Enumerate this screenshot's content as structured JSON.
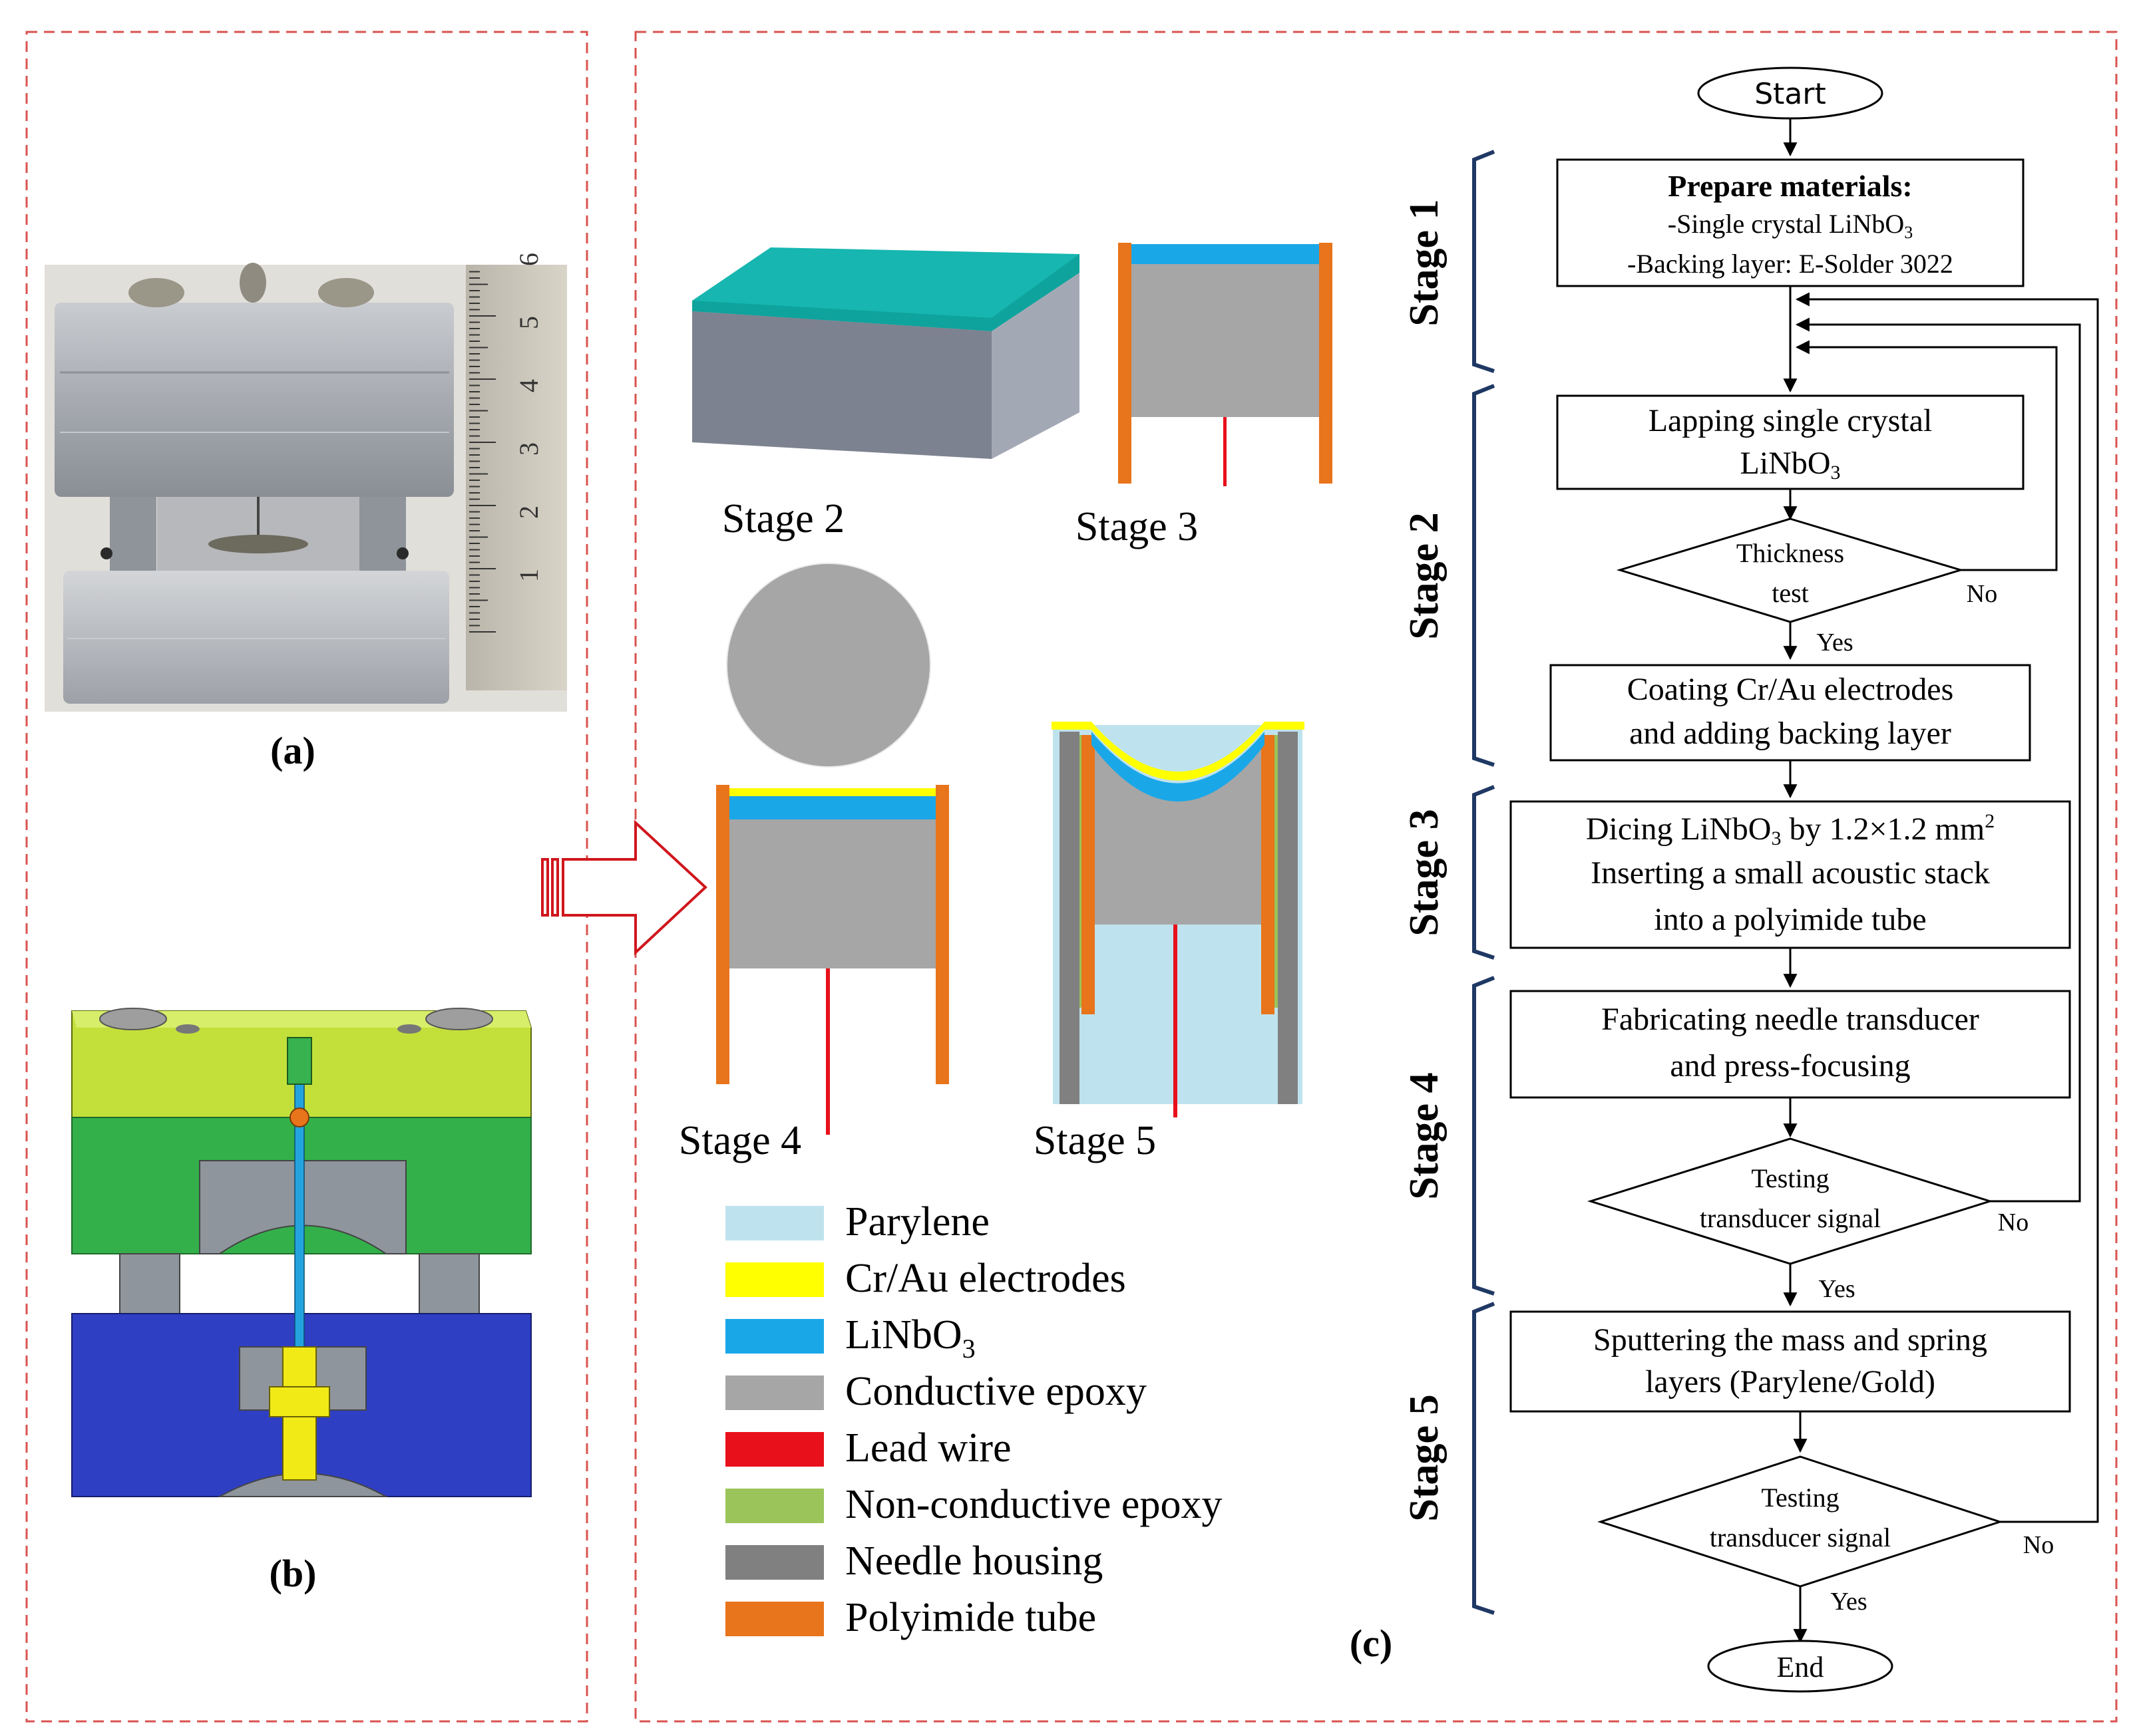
{
  "panels": {
    "a_label": "(a)",
    "b_label": "(b)",
    "c_label": "(c)"
  },
  "photo": {
    "ruler_ticks": [
      "1",
      "2",
      "3",
      "4",
      "5",
      "6"
    ]
  },
  "stage_diagrams": {
    "stage2": "Stage 2",
    "stage3": "Stage 3",
    "stage4": "Stage 4",
    "stage5": "Stage 5"
  },
  "legend": [
    {
      "label": "Parylene",
      "color": "#bfe3ee"
    },
    {
      "label": "Cr/Au electrodes",
      "color": "#ffff00"
    },
    {
      "label": "LiNbO",
      "sub": "3",
      "color": "#1aa7e8"
    },
    {
      "label": "Conductive epoxy",
      "color": "#a6a6a6"
    },
    {
      "label": "Lead wire",
      "color": "#e8101a"
    },
    {
      "label": "Non-conductive epoxy",
      "color": "#9bc45a"
    },
    {
      "label": "Needle housing",
      "color": "#808080"
    },
    {
      "label": "Polyimide tube",
      "color": "#e8741b"
    }
  ],
  "flowchart": {
    "start": "Start",
    "end": "End",
    "stage_labels": [
      "Stage 1",
      "Stage 2",
      "Stage 3",
      "Stage 4",
      "Stage 5"
    ],
    "prepare_title": "Prepare materials:",
    "prepare_line1": "-Single crystal LiNbO",
    "prepare_line1_sub": "3",
    "prepare_line2": "-Backing layer: E-Solder 3022",
    "lapping_line1": "Lapping single crystal",
    "lapping_line2": "LiNbO",
    "lapping_line2_sub": "3",
    "thickness_line1": "Thickness",
    "thickness_line2": "test",
    "coating_line1": "Coating Cr/Au electrodes",
    "coating_line2": "and adding backing layer",
    "dicing_line1a": "Dicing LiNbO",
    "dicing_line1_sub": "3",
    "dicing_line1b": " by 1.2×1.2 mm",
    "dicing_line1_sup": "2",
    "dicing_line2": "Inserting a small acoustic stack",
    "dicing_line3": "into a polyimide tube",
    "fabricating_line1": "Fabricating needle transducer",
    "fabricating_line2": "and press-focusing",
    "testing1_line1": "Testing",
    "testing1_line2": "transducer signal",
    "sputtering_line1": "Sputtering the mass and spring",
    "sputtering_line2": "layers (Parylene/Gold)",
    "testing2_line1": "Testing",
    "testing2_line2": "transducer signal",
    "yes": "Yes",
    "no": "No"
  },
  "colors": {
    "dashed_border": "#d9534f",
    "arrow_outline": "#d0161d",
    "bracket": "#1f3864"
  }
}
